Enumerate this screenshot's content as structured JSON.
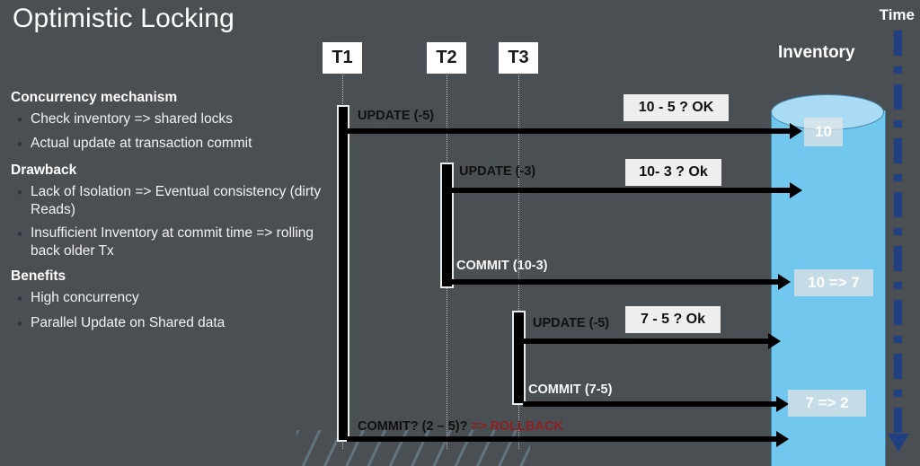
{
  "slide": {
    "title": "Optimistic Locking"
  },
  "notes": {
    "sections": [
      {
        "heading": "Concurrency mechanism",
        "items": [
          "Check inventory  => shared locks",
          "Actual update at transaction commit"
        ]
      },
      {
        "heading": "Drawback",
        "items": [
          "Lack of Isolation => Eventual consistency (dirty Reads)",
          "Insufficient Inventory at commit time => rolling back older Tx"
        ]
      },
      {
        "heading": "Benefits",
        "items": [
          "High concurrency",
          "Parallel Update on Shared data"
        ]
      }
    ]
  },
  "diagram": {
    "transactions": [
      {
        "id": "t1",
        "label": "T1"
      },
      {
        "id": "t2",
        "label": "T2"
      },
      {
        "id": "t3",
        "label": "T3"
      }
    ],
    "messages": [
      {
        "id": "m1",
        "label": "UPDATE (-5)",
        "from": "T1"
      },
      {
        "id": "m2",
        "label": "UPDATE (-3)",
        "from": "T2"
      },
      {
        "id": "m3",
        "label": "COMMIT (10-3)",
        "from": "T2"
      },
      {
        "id": "m4",
        "label": "UPDATE (-5)",
        "from": "T3"
      },
      {
        "id": "m5",
        "label": "COMMIT (7-5)",
        "from": "T3"
      },
      {
        "id": "m6",
        "label": "COMMIT?  (2 – 5)?",
        "from": "T1"
      }
    ],
    "rollback_label": "=> ROLLBACK",
    "callouts": [
      {
        "id": "c1",
        "label": "10 - 5 ? OK"
      },
      {
        "id": "c2",
        "label": "10- 3 ? Ok"
      },
      {
        "id": "c3",
        "label": "7 - 5 ? Ok"
      }
    ],
    "inventory": {
      "label": "Inventory",
      "states": [
        {
          "id": "s1",
          "label": "10"
        },
        {
          "id": "s2",
          "label": "10 => 7"
        },
        {
          "id": "s3",
          "label": "7 => 2"
        }
      ]
    },
    "time_axis": {
      "label": "Time"
    }
  },
  "colors": {
    "background": "#4a4f54",
    "cylinder_body": "#72c7ee",
    "cylinder_top": "#a9dcf4",
    "time_axis": "#1f3f82",
    "rollback_text": "#8d2020",
    "callout_bg": "#eeeeee"
  }
}
